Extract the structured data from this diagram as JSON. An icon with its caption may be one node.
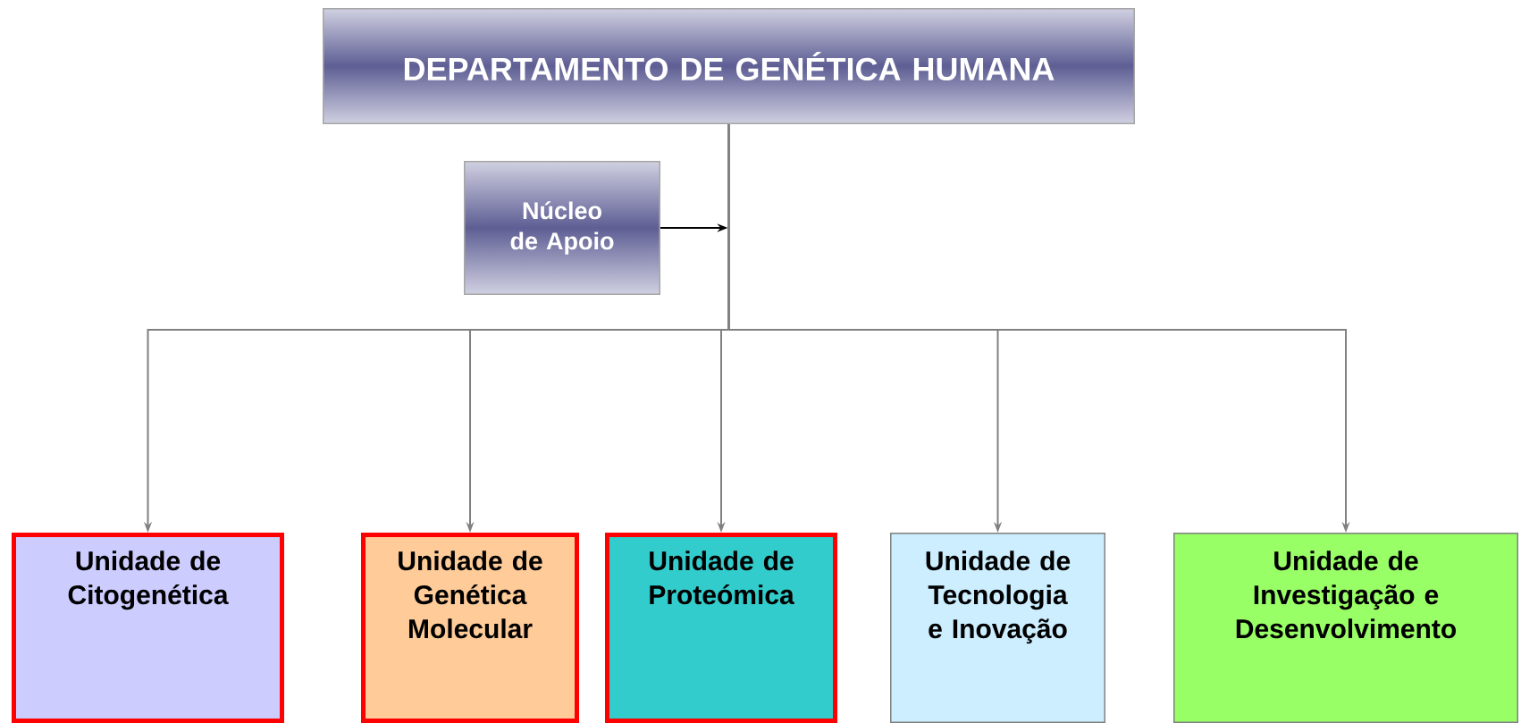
{
  "diagram": {
    "nodes": [
      {
        "text": [
          "DEPARTAMENTO DE GENÉTICA HUMANA"
        ]
      },
      {
        "text": [
          "Núcleo de Apoio"
        ]
      },
      {
        "text": [
          "Unidade de Citogenética"
        ]
      },
      {
        "text": [
          "Unidade de Genética Molecular"
        ]
      },
      {
        "text": [
          "Unidade de Proteómica"
        ]
      },
      {
        "text": [
          "Unidade de Tecnologia e Inovação"
        ]
      },
      {
        "text": [
          "Unidade de Investigação e Desenvolvimento"
        ]
      }
    ],
    "edges": [
      {
        "from": 1,
        "to": null,
        "arrow": "to",
        "color": "#000000"
      },
      {
        "from": 0,
        "to": 2,
        "arrow": "to"
      },
      {
        "from": 0,
        "to": 3,
        "arrow": "to"
      },
      {
        "from": 0,
        "to": 4,
        "arrow": "to"
      },
      {
        "from": 0,
        "to": 5,
        "arrow": "to"
      },
      {
        "from": 0,
        "to": 6,
        "arrow": "to"
      }
    ]
  }
}
